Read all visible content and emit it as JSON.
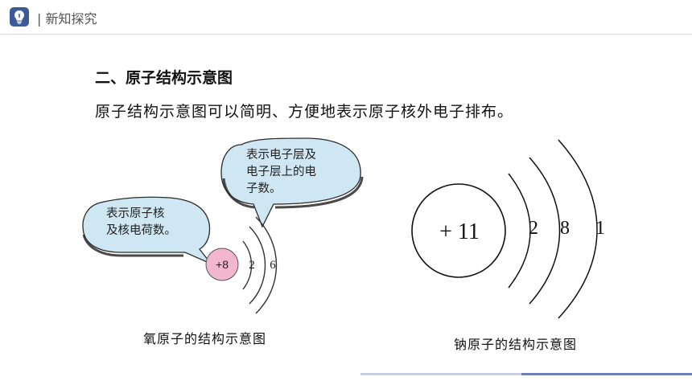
{
  "header": {
    "label": "| 新知探究",
    "icon": "lightbulb-icon",
    "badge_color": "#3d5a96"
  },
  "section": {
    "title": "二、原子结构示意图",
    "intro": "原子结构示意图可以简明、方便地表示原子核外电子排布。"
  },
  "oxygen": {
    "bubble_nucleus": {
      "line1": "表示原子核",
      "line2": "及核电荷数。"
    },
    "bubble_shells": {
      "line1": "表示电子层及",
      "line2": "电子层上的电",
      "line3": "子数。"
    },
    "nucleus_label": "+8",
    "shell_counts": [
      "2",
      "6"
    ],
    "caption": "氧原子的结构示意图",
    "nucleus_color": "#f2b6cf",
    "bubble_color": "#cfe7f3"
  },
  "sodium": {
    "nucleus_label": "+ 11",
    "shell_counts": [
      "2",
      "8",
      "1"
    ],
    "caption": "钠原子的结构示意图"
  }
}
